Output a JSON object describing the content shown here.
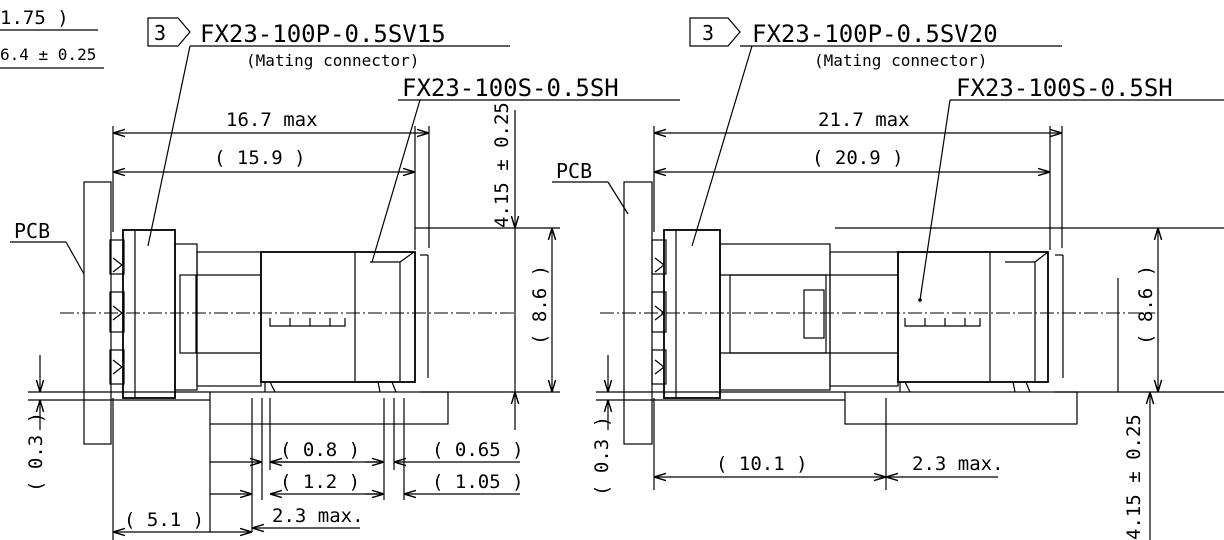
{
  "corner": {
    "top_value": "1.75 )",
    "top_tol": "6.4 ± 0.25"
  },
  "left_view": {
    "callout_number": "3",
    "mating_part": "FX23-100P-0.5SV15",
    "mating_note": "(Mating connector)",
    "part": "FX23-100S-0.5SH",
    "pcb_label": "PCB",
    "dims": {
      "overall_max": "16.7 max",
      "overall_ref": "( 15.9 )",
      "height_tol": "4.15 ± 0.25",
      "height_ref": "( 8.6 )",
      "gap": "( 0.3 )",
      "d1": "( 0.8 )",
      "d2": "( 1.2 )",
      "d3": "2.3 max.",
      "d4": "( 0.65 )",
      "d5": "( 1.05 )",
      "d6": "( 5.1 )"
    }
  },
  "right_view": {
    "callout_number": "3",
    "mating_part": "FX23-100P-0.5SV20",
    "mating_note": "(Mating connector)",
    "part": "FX23-100S-0.5SH",
    "pcb_label": "PCB",
    "dims": {
      "overall_max": "21.7 max",
      "overall_ref": "( 20.9 )",
      "height_ref": "( 8.6 )",
      "gap": "( 0.3 )",
      "d1": "( 10.1 )",
      "d2": "2.3 max.",
      "height_tol": "4.15 ± 0.25"
    }
  }
}
